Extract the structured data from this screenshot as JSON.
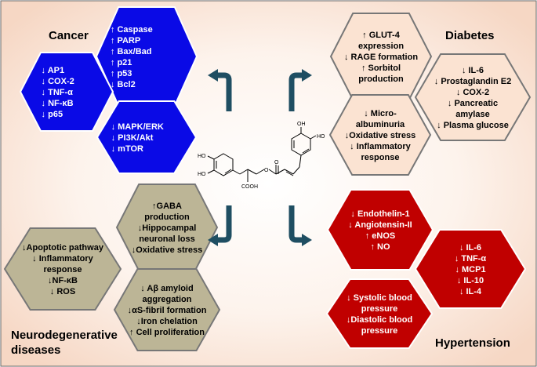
{
  "colors": {
    "cancer": "#0a0ae6",
    "diabetes": "#fbe3d2",
    "neuro": "#bcb596",
    "hypertension": "#c00000",
    "arrow": "#1f4e62"
  },
  "quadrants": {
    "cancer": {
      "title": "Cancer",
      "hexes": [
        {
          "lines": [
            "↓ AP1",
            "↓ COX-2",
            "↓ TNF-α",
            "↓ NF-κB",
            "↓ p65"
          ]
        },
        {
          "lines": [
            "↑ Caspase",
            "↑ PARP",
            "↑ Bax/Bad",
            "↑ p21",
            "↑ p53",
            "↓ Bcl2"
          ]
        },
        {
          "lines": [
            "↓ MAPK/ERK",
            "↓ PI3K/Akt",
            "↓ mTOR"
          ]
        }
      ]
    },
    "diabetes": {
      "title": "Diabetes",
      "hexes": [
        {
          "lines": [
            "↑ GLUT-4",
            "expression",
            "↓ RAGE formation",
            "↑ Sorbitol",
            "production"
          ]
        },
        {
          "lines": [
            "↓ IL-6",
            "↓ Prostaglandin E2",
            "↓ COX-2",
            "↓ Pancreatic",
            "amylase",
            "↓ Plasma glucose"
          ]
        },
        {
          "lines": [
            "↓ Micro-",
            "albuminuria",
            "↓Oxidative stress",
            "↓ Inflammatory",
            "response"
          ]
        }
      ]
    },
    "neuro": {
      "title_lines": [
        "Neurodegenerative",
        "diseases"
      ],
      "hexes": [
        {
          "lines": [
            "↑GABA",
            "production",
            "↓Hippocampal",
            "neuronal  loss",
            "↓Oxidative stress"
          ]
        },
        {
          "lines": [
            "↓Apoptotic pathway",
            "↓ Inflammatory",
            "response",
            "↓NF-κB",
            "↓ ROS"
          ]
        },
        {
          "lines": [
            "↓ Aβ amyloid",
            "aggregation",
            "↓αS-fibril formation",
            "↓Iron chelation",
            "↑ Cell proliferation"
          ]
        }
      ]
    },
    "hypertension": {
      "title": "Hypertension",
      "hexes": [
        {
          "lines": [
            "↓ Endothelin-1",
            "↓ Angiotensin-II",
            "↑ eNOS",
            "↑ NO"
          ]
        },
        {
          "lines": [
            "↓ IL-6",
            "↓ TNF-α",
            "↓ MCP1",
            "↓ IL-10",
            "↓ IL-4"
          ]
        },
        {
          "lines": [
            "↓ Systolic blood",
            "pressure",
            "↓Diastolic blood",
            "pressure"
          ]
        }
      ]
    }
  },
  "molecule": {
    "labels": [
      "HO",
      "HO",
      "OH",
      "HO",
      "O",
      "O",
      "COOH"
    ]
  }
}
